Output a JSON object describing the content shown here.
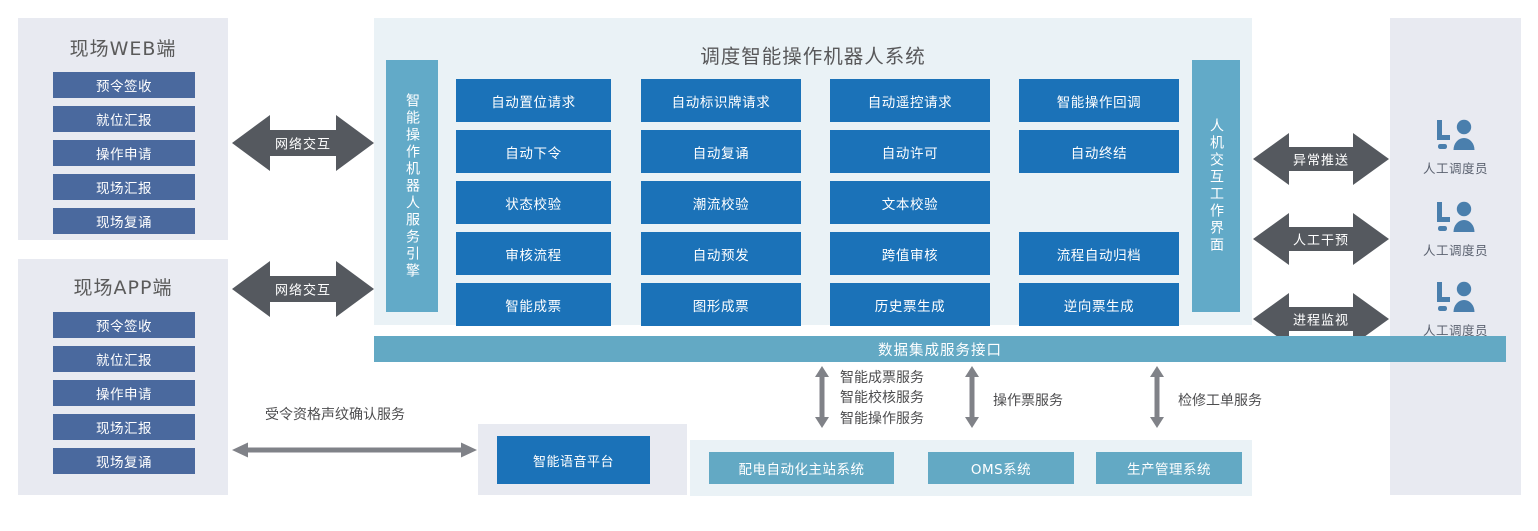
{
  "colors": {
    "panel_light": "#e8eaf1",
    "panel_blue_light": "#eaf2f6",
    "client_button": "#4a699e",
    "feature_box": "#1b72b8",
    "teal_bar": "#63a9c4",
    "arrow_gray": "#55595f",
    "operator_icon": "#4a7fad"
  },
  "left": {
    "web_client": {
      "title": "现场WEB端",
      "items": [
        "预令签收",
        "就位汇报",
        "操作申请",
        "现场汇报",
        "现场复诵"
      ]
    },
    "app_client": {
      "title": "现场APP端",
      "items": [
        "预令签收",
        "就位汇报",
        "操作申请",
        "现场汇报",
        "现场复诵"
      ]
    },
    "network_arrow_web": "网络交互",
    "network_arrow_app": "网络交互",
    "voiceprint_service": "受令资格声纹确认服务"
  },
  "center": {
    "title": "调度智能操作机器人系统",
    "engine_bar": "智能操作机器人服务引擎",
    "hmi_bar": "人机交互工作界面",
    "grid_rows": [
      [
        "自动置位请求",
        "自动标识牌请求",
        "自动遥控请求",
        "智能操作回调"
      ],
      [
        "自动下令",
        "自动复诵",
        "自动许可",
        "自动终结"
      ],
      [
        "状态校验",
        "潮流校验",
        "文本校验",
        ""
      ],
      [
        "审核流程",
        "自动预发",
        "跨值审核",
        "流程自动归档"
      ],
      [
        "智能成票",
        "图形成票",
        "历史票生成",
        "逆向票生成"
      ]
    ]
  },
  "bottom": {
    "data_interface_bar": "数据集成服务接口",
    "voice_platform": "智能语音平台",
    "service_labels": [
      "智能成票服务\n智能校核服务\n智能操作服务",
      "操作票服务",
      "检修工单服务"
    ],
    "service_label_1_lines": [
      "智能成票服务",
      "智能校核服务",
      "智能操作服务"
    ],
    "service_label_2": "操作票服务",
    "service_label_3": "检修工单服务",
    "external_systems": [
      "配电自动化主站系统",
      "OMS系统",
      "生产管理系统"
    ]
  },
  "right": {
    "interactions": [
      "异常推送",
      "人工干预",
      "进程监视"
    ],
    "operators": [
      {
        "label": "人工调度员",
        "icon": "operator-console-icon"
      },
      {
        "label": "人工调度员",
        "icon": "operator-console-icon"
      },
      {
        "label": "人工调度员",
        "icon": "operator-console-icon"
      }
    ]
  }
}
